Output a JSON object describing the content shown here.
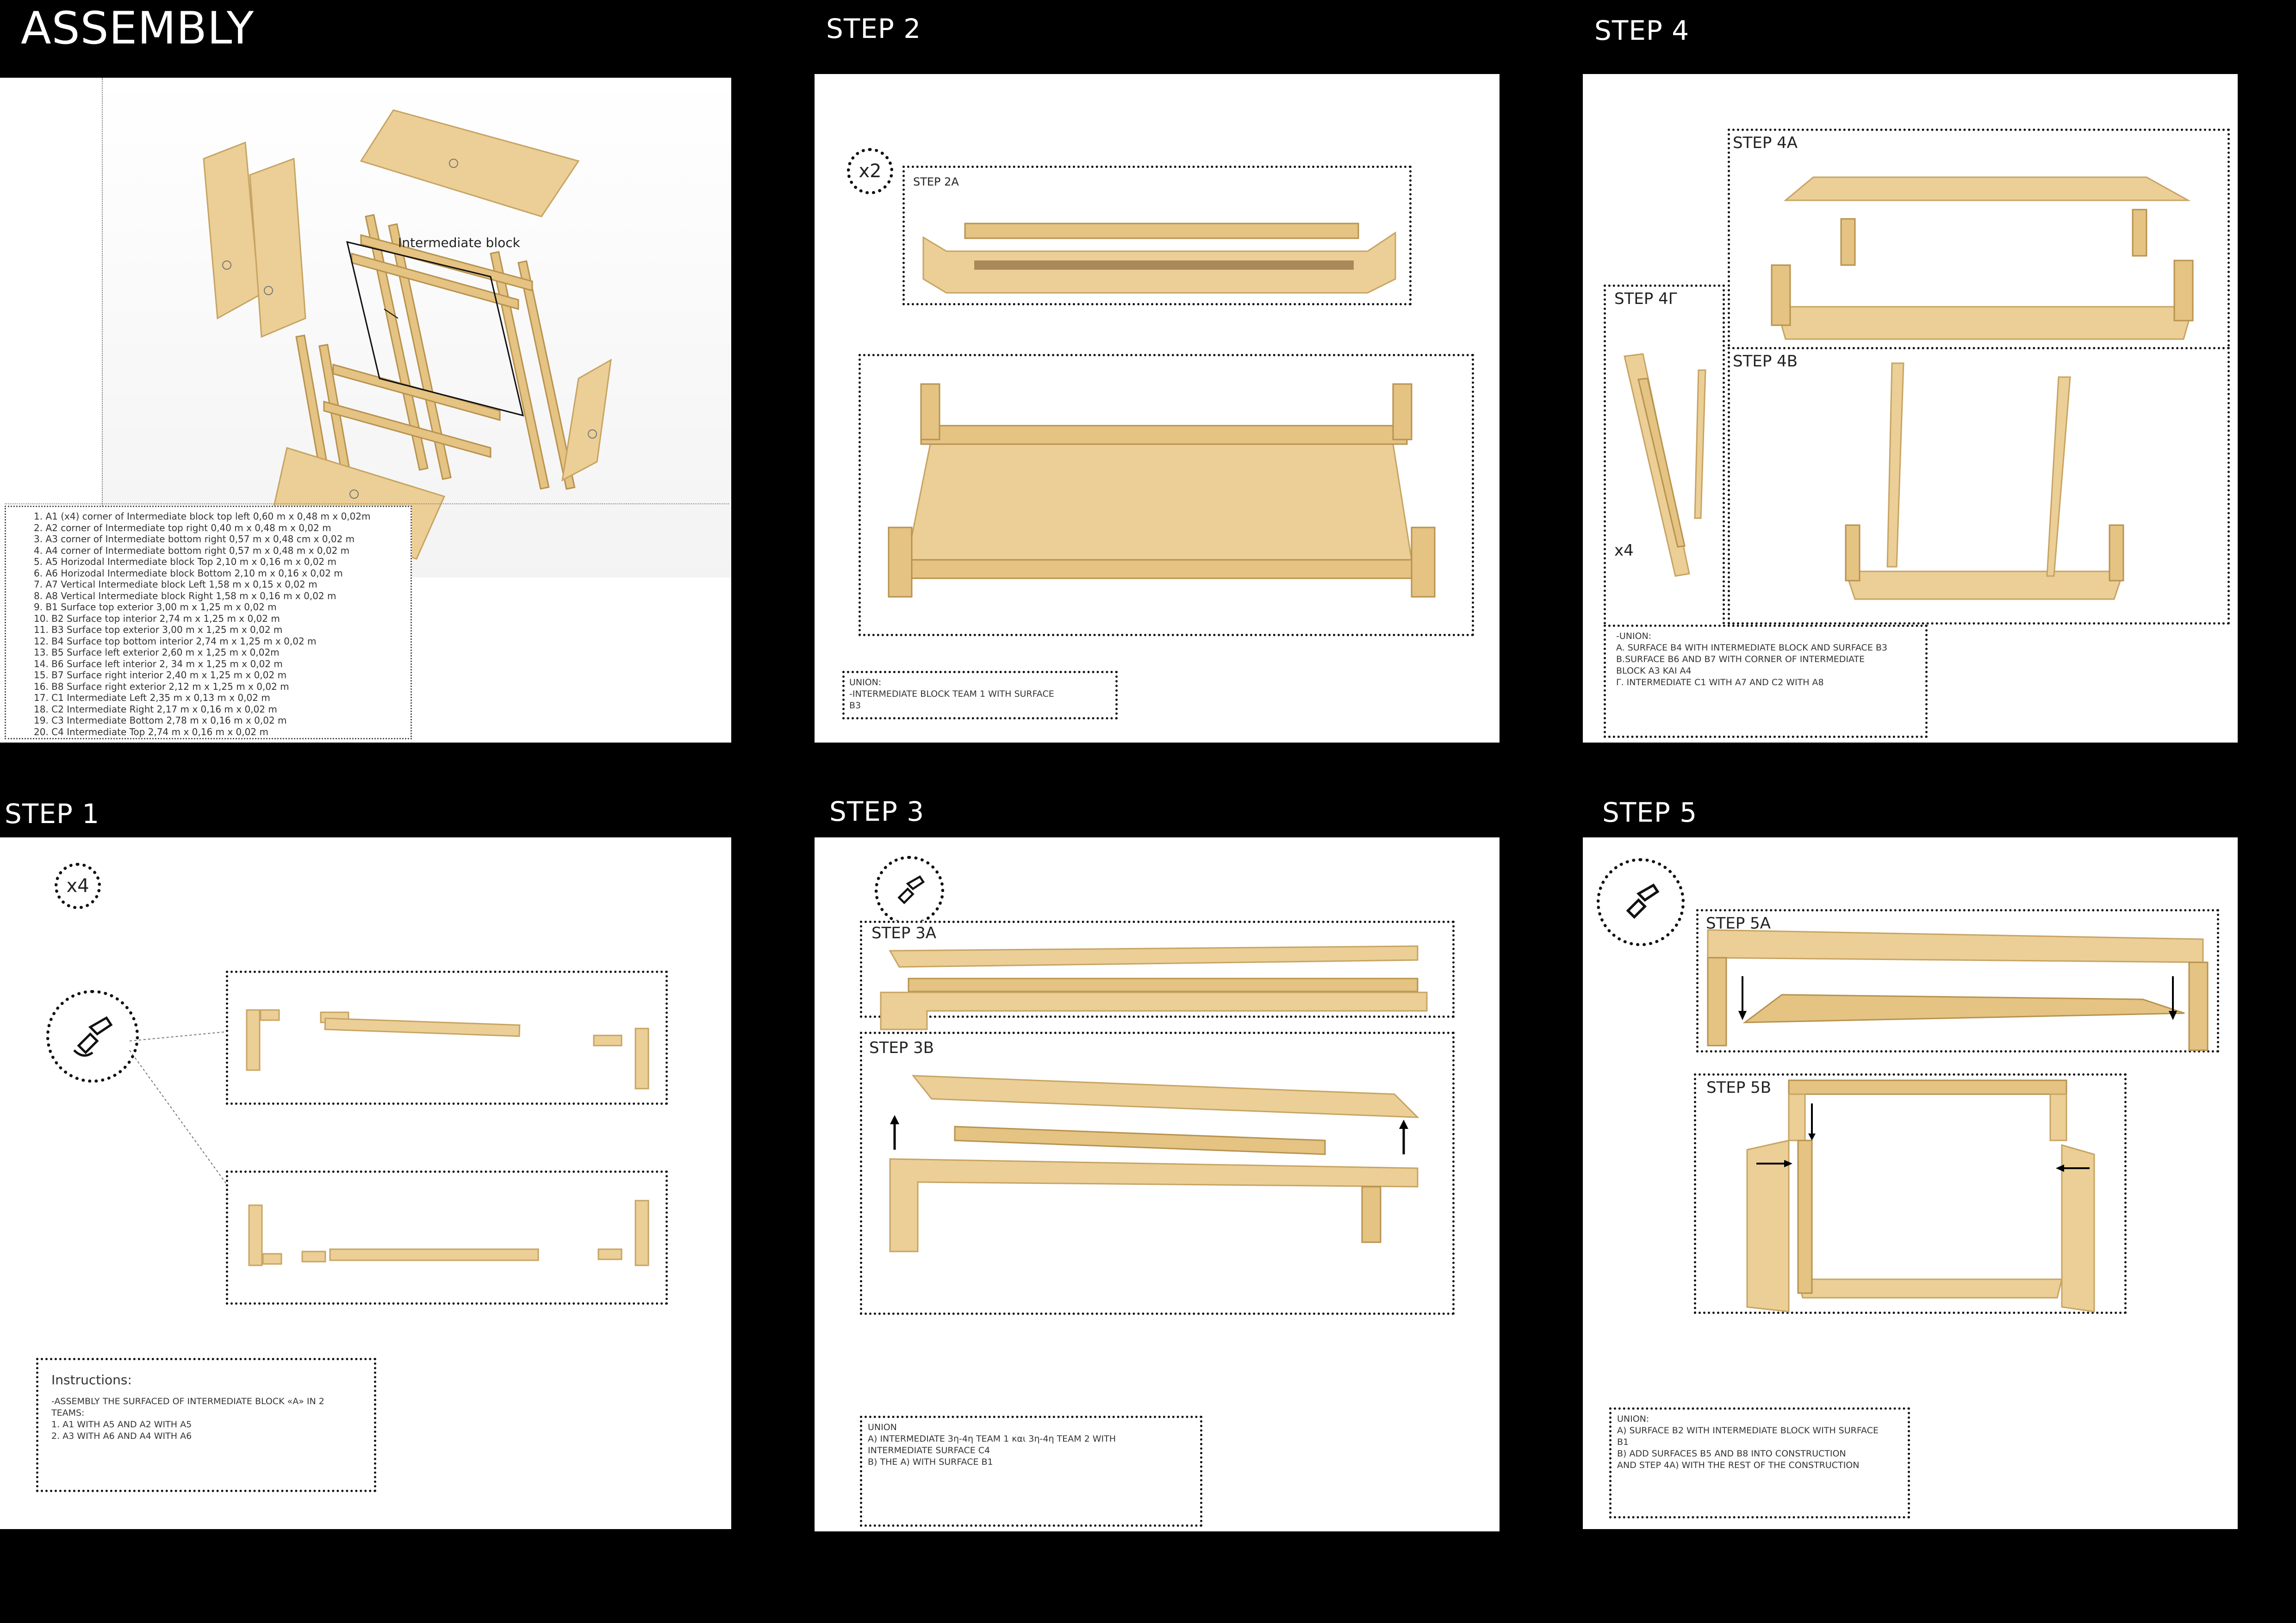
{
  "assembly": {
    "title": "ASSEMBLY",
    "callout": "Intermediate block",
    "parts": [
      "1. A1 (x4) corner of Intermediate block top left 0,60 m x 0,48 m x 0,02m",
      "2. A2 corner of Intermediate top right 0,40 m x 0,48 m x 0,02 m",
      "3. A3 corner of Intermediate bottom right 0,57 m x 0,48 cm x 0,02 m",
      "4. A4 corner of Intermediate bottom right 0,57 m x 0,48 m x 0,02 m",
      "5. A5 Horizodal Intermediate block Top 2,10 m x 0,16 m x 0,02 m",
      "6. A6 Horizodal Intermediate block Bottom 2,10 m x 0,16 x 0,02 m",
      "7. A7 Vertical Intermediate block Left 1,58 m x 0,15 x 0,02 m",
      "8. A8 Vertical Intermediate block Right 1,58 m x 0,16 m x 0,02 m",
      "9. B1 Surface top exterior 3,00 m x 1,25 m x 0,02 m",
      "10. B2 Surface top interior 2,74 m x 1,25 m x 0,02 m",
      "11. B3 Surface top exterior 3,00 m x 1,25 m x 0,02 m",
      "12. B4 Surface top bottom interior 2,74 m x 1,25 m x 0,02 m",
      "13. B5 Surface left exterior 2,60 m x 1,25 m x 0,02m",
      "14. B6 Surface left interior 2, 34 m x 1,25 m x 0,02 m",
      "15. B7 Surface right interior 2,40 m x 1,25 m x 0,02 m",
      "16. B8 Surface right exterior 2,12 m x 1,25 m x 0,02 m",
      "17. C1 Intermediate Left 2,35 m x 0,13 m x 0,02 m",
      "18. C2 Intermediate Right 2,17 m x 0,16 m x 0,02 m",
      "19. C3 Intermediate Bottom 2,78 m x 0,16 m x 0,02 m",
      "20. C4 Intermediate Top 2,74 m x 0,16 m x 0,02 m"
    ]
  },
  "step1": {
    "title": "STEP 1",
    "multiplier": "x4",
    "instructions": [
      "Instructions:",
      "-ASSEMBLY THE SURFACED OF INTERMEDIATE BLOCK «A» IN 2",
      "TEAMS:",
      "1. A1 WITH A5 AND A2 WITH A5",
      "2. A3 WITH A6 AND A4 WITH A6"
    ]
  },
  "step2": {
    "title": "STEP 2",
    "multiplier": "x2",
    "sub_a": "STEP 2A",
    "union": [
      "UNION:",
      "-INTERMEDIATE BLOCK TEAM 1 WITH SURFACE",
      "B3"
    ]
  },
  "step3": {
    "title": "STEP 3",
    "sub_a": "STEP 3A",
    "sub_b": "STEP 3B",
    "union": [
      "UNION",
      "A) INTERMEDIATE 3η-4η TEAM 1 και 3η-4η TEAM 2 WITH",
      "INTERMEDIATE SURFACE C4",
      "B) THE A) WITH SURFACE B1"
    ]
  },
  "step4": {
    "title": "STEP 4",
    "sub_a": "STEP 4A",
    "sub_b": "STEP 4B",
    "sub_g": "STEP 4Γ",
    "multiplier": "x4",
    "union": [
      "-UNION:",
      "A. SURFACE B4 WITH INTERMEDIATE BLOCK AND SURFACE B3",
      "B.SURFACE B6 AND B7 WITH CORNER OF INTERMEDIATE",
      "BLOCK A3 KAI A4",
      "Γ. INTERMEDIATE C1 WITH A7 AND C2 WITH A8"
    ]
  },
  "step5": {
    "title": "STEP 5",
    "sub_a": "STEP 5A",
    "sub_b": "STEP 5B",
    "union": [
      "UNION:",
      "A) SURFACE B2 WITH INTERMEDIATE BLOCK WITH SURFACE",
      "B1",
      "B) ADD SURFACES B5 AND B8 INTO CONSTRUCTION",
      "AND STEP 4A) WITH  THE REST OF THE CONSTRUCTION"
    ]
  },
  "colors": {
    "wood": "#eccf96",
    "wood_edge": "#c7a463",
    "background": "#000000",
    "panel": "#ffffff"
  }
}
